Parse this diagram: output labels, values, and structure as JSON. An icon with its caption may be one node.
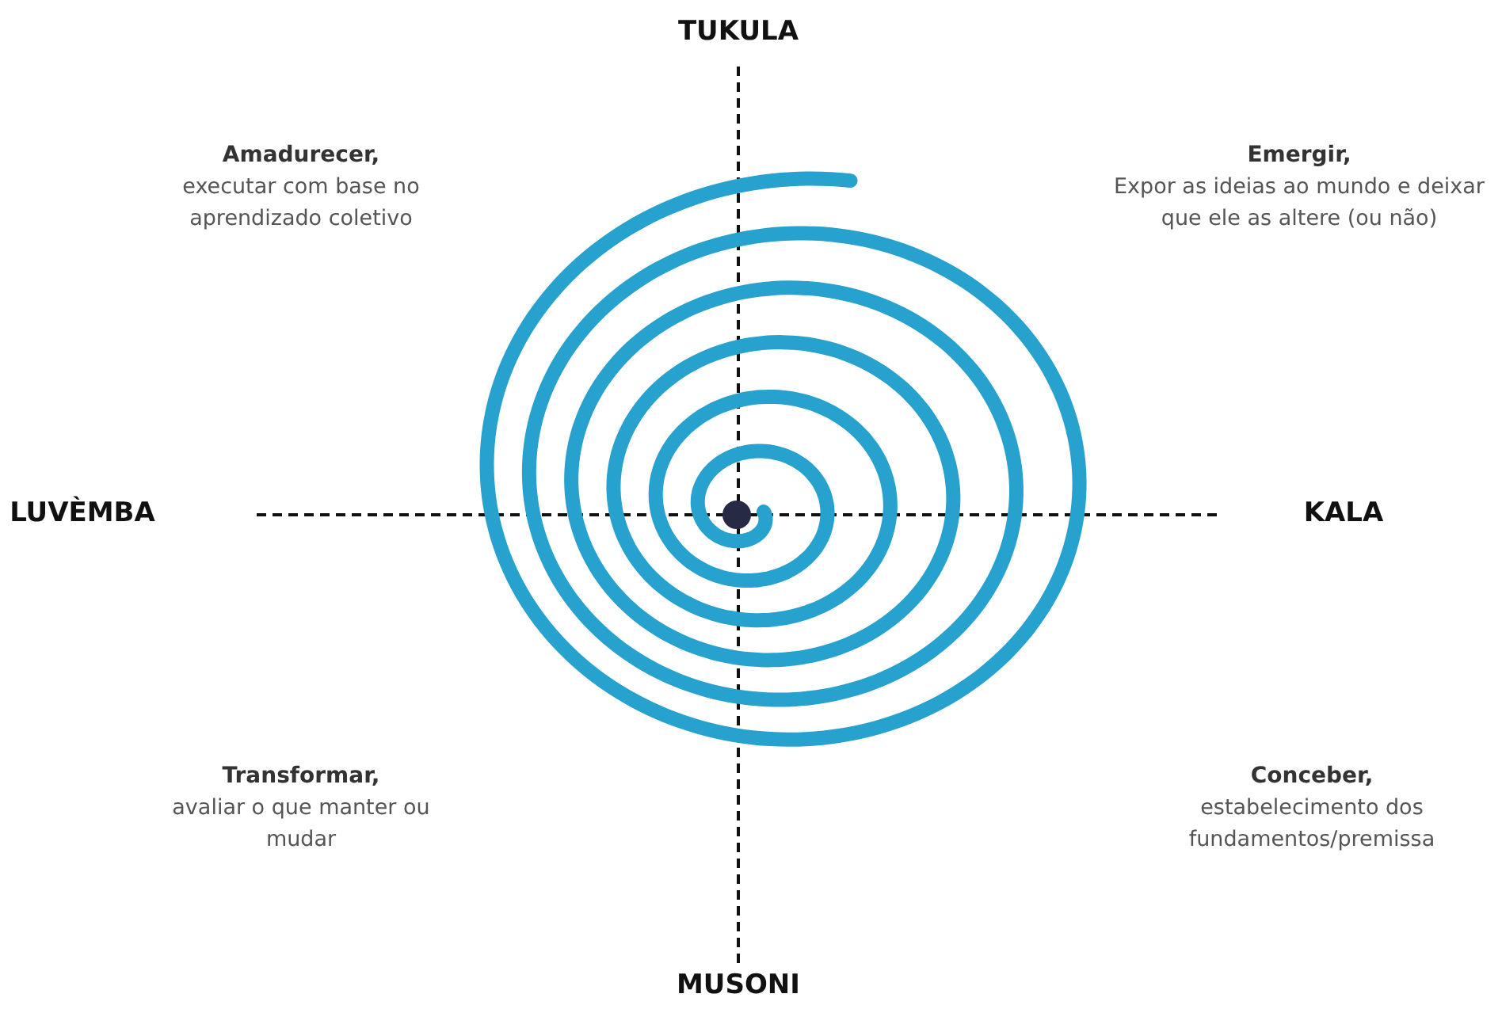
{
  "diagram": {
    "labels": [
      "TUKULA",
      "Amadurecer,",
      "executar com base no aprendizado coletivo",
      "Emergir,",
      "Expor as ideias ao mundo e deixar que ele as altere (ou não)",
      "LUVÈMBA",
      "KALA",
      "Transformar,",
      "avaliar o que manter ou mudar",
      "Conceber,",
      "estabelecimento dos fundamentos/premissa",
      "MUSONI"
    ]
  }
}
